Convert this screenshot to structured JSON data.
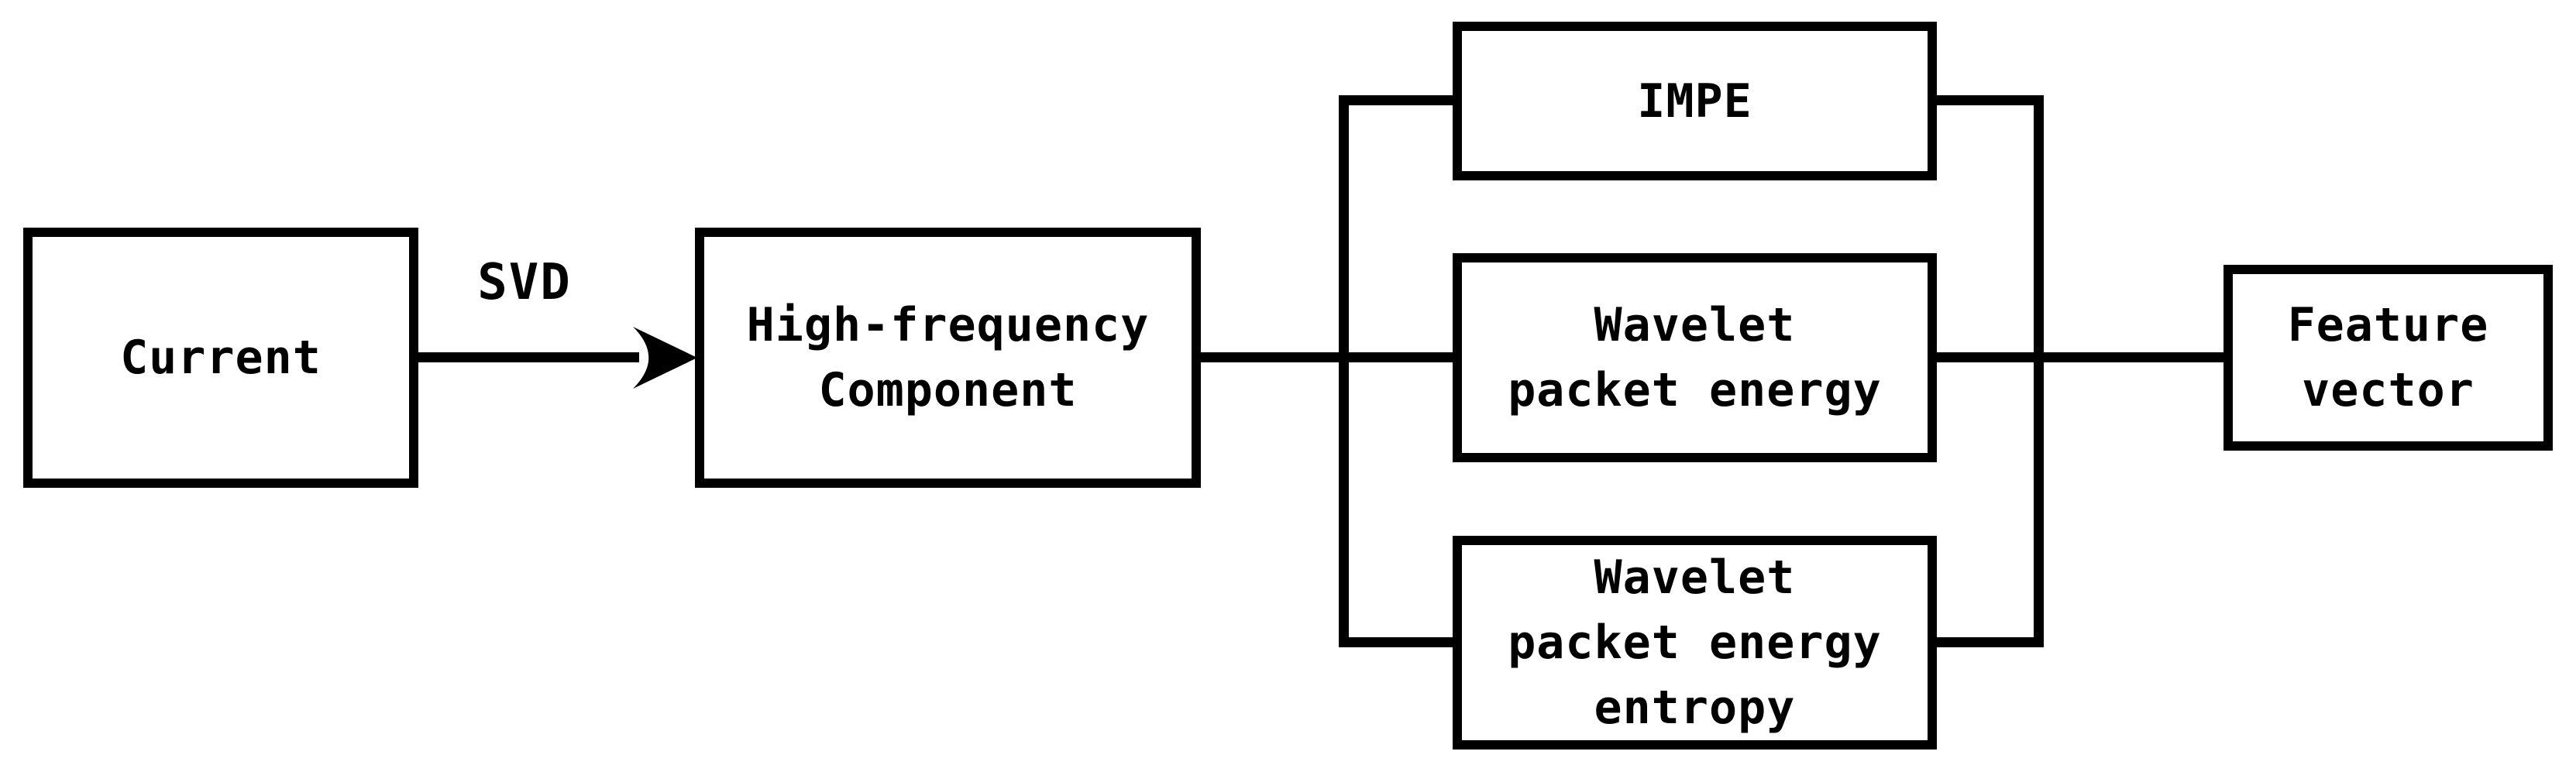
{
  "diagram": {
    "colors": {
      "line": "#000000",
      "background": "#ffffff",
      "text": "#000000"
    },
    "nodes": {
      "current": {
        "label": "Current"
      },
      "high_frequency": {
        "label": "High-frequency\nComponent"
      },
      "impe": {
        "label": "IMPE"
      },
      "wavelet_packet_energy": {
        "label": "Wavelet\npacket energy"
      },
      "wavelet_packet_energy_entropy": {
        "label": "Wavelet\npacket energy\nentropy"
      },
      "feature_vector": {
        "label": "Feature\nvector"
      }
    },
    "arrow_label": "SVD",
    "connections": [
      {
        "from": "current",
        "to": "high_frequency",
        "label": "SVD",
        "arrow": true
      },
      {
        "from": "high_frequency",
        "to": "impe",
        "label": "",
        "arrow": false
      },
      {
        "from": "high_frequency",
        "to": "wavelet_packet_energy",
        "label": "",
        "arrow": false
      },
      {
        "from": "high_frequency",
        "to": "wavelet_packet_energy_entropy",
        "label": "",
        "arrow": false
      },
      {
        "from": "impe",
        "to": "feature_vector",
        "label": "",
        "arrow": false
      },
      {
        "from": "wavelet_packet_energy",
        "to": "feature_vector",
        "label": "",
        "arrow": false
      },
      {
        "from": "wavelet_packet_energy_entropy",
        "to": "feature_vector",
        "label": "",
        "arrow": false
      }
    ]
  }
}
